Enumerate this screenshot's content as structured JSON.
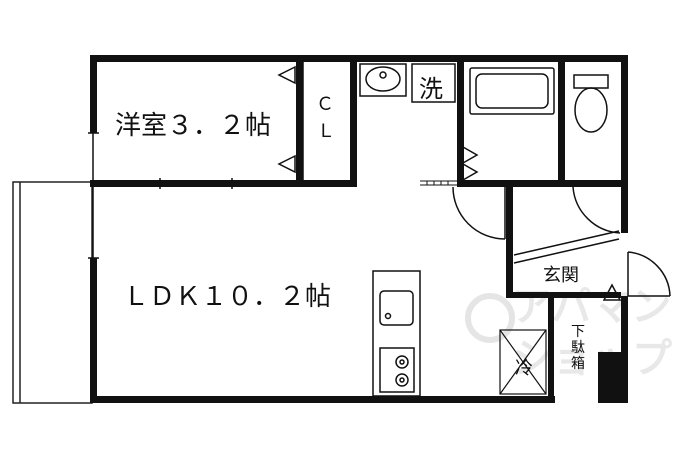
{
  "rooms": {
    "western_room": "洋室３．２帖",
    "ldk": "ＬＤＫ１０．２帖",
    "closet_c": "Ｃ",
    "closet_l": "Ｌ",
    "washer": "洗",
    "entrance": "玄関",
    "fridge": "冷",
    "shoe_top": "下",
    "shoe_mid": "駄",
    "shoe_bot": "箱"
  },
  "watermark": {
    "line1": "アパマン",
    "line2": "ショップ"
  }
}
